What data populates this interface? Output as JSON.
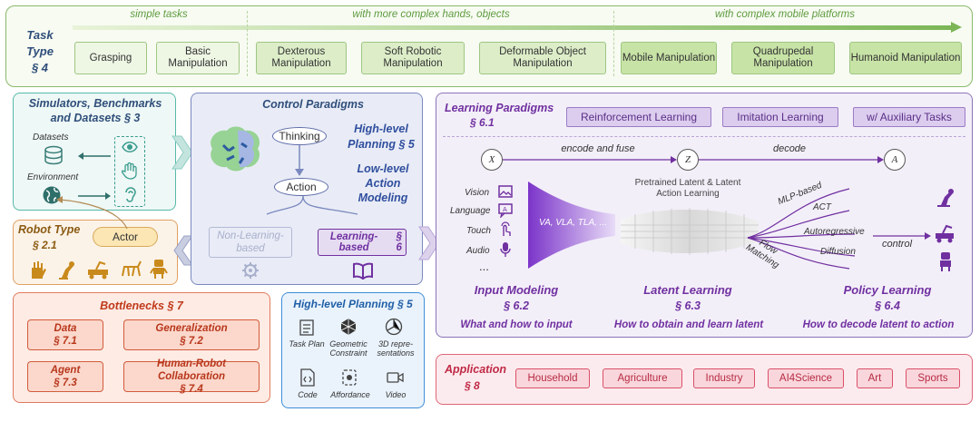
{
  "task_type": {
    "title": "Task Type",
    "section": "§ 4",
    "phases": [
      "simple tasks",
      "with more complex hands, objects",
      "with complex mobile platforms"
    ],
    "tasks": [
      "Grasping",
      "Basic Manipulation",
      "Dexterous Manipulation",
      "Soft Robotic Manipulation",
      "Deformable Object Manipulation",
      "Mobile Manipulation",
      "Quadrupedal Manipulation",
      "Humanoid Manipulation"
    ],
    "colors": {
      "border": "#8ab96a",
      "accent": "#7cb657"
    }
  },
  "simulators": {
    "title": "Simulators, Benchmarks and Datasets",
    "section": "§ 3",
    "datasets_label": "Datasets",
    "environment_label": "Environment",
    "icons": [
      "database-icon",
      "globe-icon",
      "eye-icon",
      "hand-icon",
      "ear-icon"
    ]
  },
  "robot_type": {
    "title": "Robot Type",
    "section": "§ 2.1",
    "actor_label": "Actor",
    "icons": [
      "robotic-hand-icon",
      "robot-arm-icon",
      "mobile-manipulator-icon",
      "quadruped-icon",
      "humanoid-icon"
    ]
  },
  "control": {
    "title": "Control Paradigms",
    "thinking": "Thinking",
    "action": "Action",
    "high_level": "High-level Planning",
    "high_level_section": "§ 5",
    "low_level": "Low-level Action Modeling",
    "non_learning": "Non-Learning-based",
    "learning_based": "Learning-based",
    "learning_based_section": "§ 6"
  },
  "learning": {
    "title": "Learning Paradigms",
    "section": "§ 6.1",
    "paradigms": [
      "Reinforcement Learning",
      "Imitation Learning",
      "w/ Auxiliary Tasks"
    ],
    "x": "X",
    "z": "Z",
    "a": "A",
    "encode": "encode and fuse",
    "decode": "decode",
    "inputs": [
      "Vision",
      "Language",
      "Touch",
      "Audio",
      "..."
    ],
    "funnel_text": "VA, VLA, TLA, ...",
    "latent_text": "Pretrained Latent & Latent Action Learning",
    "policies": [
      "MLP-based",
      "ACT",
      "Autoregressive",
      "Diffusion",
      "Flow Matching"
    ],
    "control": "control",
    "input_modeling": "Input Modeling",
    "input_section": "§ 6.2",
    "input_desc": "What and how to input",
    "latent_learning": "Latent Learning",
    "latent_section": "§ 6.3",
    "latent_desc": "How to obtain and learn latent",
    "policy_learning": "Policy Learning",
    "policy_section": "§ 6.4",
    "policy_desc": "How to decode latent to action"
  },
  "bottlenecks": {
    "title": "Bottlenecks",
    "section": "§ 7",
    "items": [
      {
        "label": "Data",
        "section": "§ 7.1"
      },
      {
        "label": "Generalization",
        "section": "§ 7.2"
      },
      {
        "label": "Agent",
        "section": "§ 7.3"
      },
      {
        "label": "Human-Robot Collaboration",
        "section": "§ 7.4"
      }
    ]
  },
  "hlp": {
    "title": "High-level Planning",
    "section": "§ 5",
    "items": [
      "Task Plan",
      "Geometric Constraint",
      "3D repre-sentations",
      "Code",
      "Affordance",
      "Video"
    ]
  },
  "application": {
    "title": "Application",
    "section": "§ 8",
    "items": [
      "Household",
      "Agriculture",
      "Industry",
      "AI4Science",
      "Art",
      "Sports"
    ]
  }
}
